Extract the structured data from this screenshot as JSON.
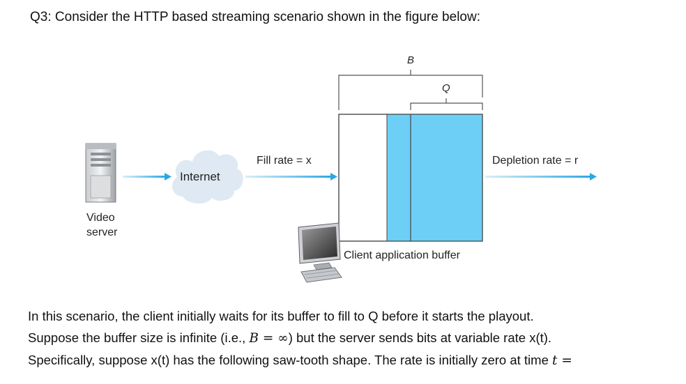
{
  "question": {
    "title": "Q3: Consider the HTTP based streaming scenario shown in the figure below:"
  },
  "figure": {
    "buffer_size_label": "B",
    "threshold_label": "Q",
    "fill_rate_label": "Fill rate = x",
    "depletion_rate_label": "Depletion rate = r",
    "internet_label": "Internet",
    "server_label_line1": "Video",
    "server_label_line2": "server",
    "buffer_label": "Client application buffer",
    "colors": {
      "buffer_fill": "#6dcff6",
      "arrow": "#2aa8e0",
      "cloud": "#dfe9f3"
    }
  },
  "paragraph": {
    "line1": "In this scenario, the client initially waits for its buffer to fill to Q before it starts the playout.",
    "line2_a": "Suppose the buffer size is infinite (i.e., ",
    "line2_math": "B = ∞",
    "line2_b": ") but the server sends bits at variable rate x(t).",
    "line3_a": "Specifically, suppose x(t) has the following saw-tooth shape. The rate is initially zero at time ",
    "line3_math": "t ="
  }
}
